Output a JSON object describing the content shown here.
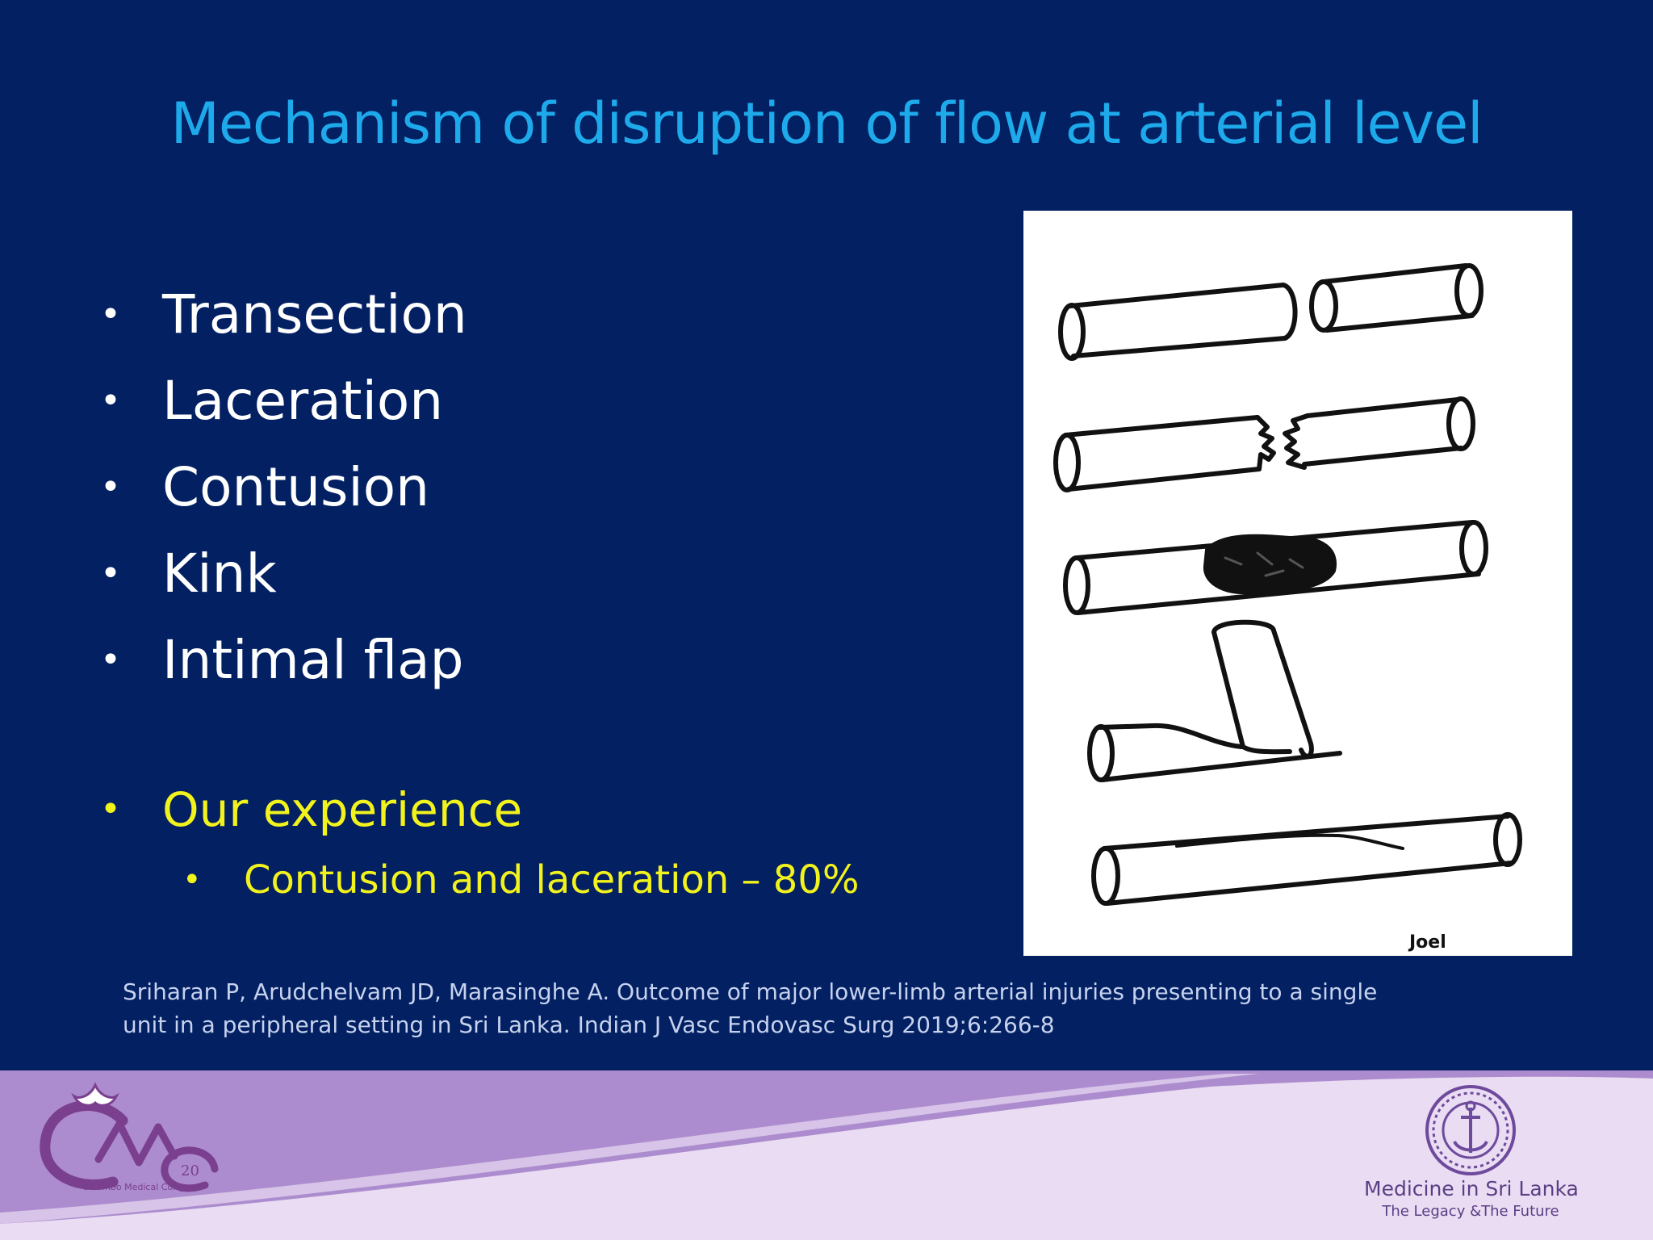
{
  "slide": {
    "title": "Mechanism of disruption of flow at arterial level",
    "bullets": [
      {
        "dot": "•",
        "label": "Transection"
      },
      {
        "dot": "•",
        "label": "Laceration"
      },
      {
        "dot": "•",
        "label": "Contusion"
      },
      {
        "dot": "•",
        "label": "Kink"
      },
      {
        "dot": "•",
        "label": "Intimal flap"
      }
    ],
    "experience": {
      "dot": "•",
      "label": "Our experience"
    },
    "experience_detail": {
      "dot": "•",
      "label": "Contusion and laceration – 80%"
    },
    "reference": "Sriharan P, Arudchelvam JD, Marasinghe A. Outcome of major lower-limb arterial injuries presenting to a single unit in a peripheral setting in Sri Lanka. Indian J Vasc Endovasc Surg 2019;6:266-8"
  },
  "figure": {
    "signature": "Joel"
  },
  "footer": {
    "cmc_logo_text": "Colombo Medical Congress",
    "cmc_year": "20",
    "msl_title": "Medicine in Sri Lanka",
    "msl_subtitle": "The Legacy &The Future"
  },
  "colors": {
    "background": "#022062",
    "title": "#1ea9ea",
    "highlight": "#f2f21d",
    "footer_band": "#ac8cce",
    "footer_light": "#eadcf2",
    "footer_text": "#5b3f86"
  },
  "icons": {
    "cmc_logo": "cmc-logo-icon",
    "seal": "seal-icon"
  }
}
